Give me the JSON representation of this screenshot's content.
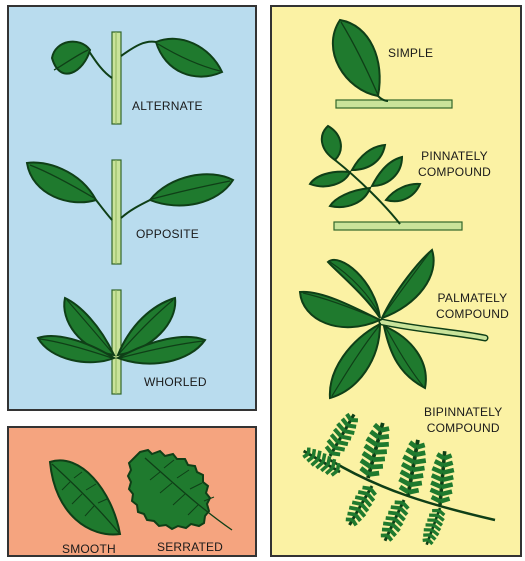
{
  "colors": {
    "arrangement_bg": "#b9dcee",
    "margin_bg": "#f5a47f",
    "types_bg": "#fbf2a4",
    "leaf_fill": "#1f7a2e",
    "vein": "#0f3f17",
    "stem": "#c9e39a"
  },
  "arrangement": {
    "alternate": "ALTERNATE",
    "opposite": "OPPOSITE",
    "whorled": "WHORLED"
  },
  "margin": {
    "smooth": "SMOOTH",
    "serrated": "SERRATED"
  },
  "types": {
    "simple": "SIMPLE",
    "pinnately_1": "PINNATELY",
    "pinnately_2": "COMPOUND",
    "palmately_1": "PALMATELY",
    "palmately_2": "COMPOUND",
    "bipinnately_1": "BIPINNATELY",
    "bipinnately_2": "COMPOUND"
  }
}
